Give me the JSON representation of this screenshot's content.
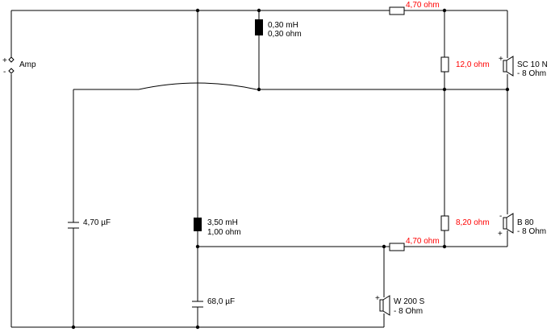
{
  "amp": {
    "plus": "+",
    "minus": "-",
    "label": "Amp"
  },
  "components": {
    "l1": {
      "value": "0,30 mH",
      "resistance": "0,30 ohm"
    },
    "r_top_series": {
      "value": "4,70 ohm"
    },
    "r_tweeter_shunt": {
      "value": "12,0 ohm"
    },
    "l2": {
      "value": "3,50 mH",
      "resistance": "1,00 ohm"
    },
    "c1": {
      "value": "4,70 µF"
    },
    "c2": {
      "value": "68,0 µF"
    },
    "r_mid_series": {
      "value": "4,70 ohm"
    },
    "r_mid_shunt": {
      "value": "8,20 ohm"
    }
  },
  "speakers": {
    "tweeter": {
      "name": "SC 10 N",
      "impedance": "- 8 Ohm",
      "plus": "+",
      "minus": "-"
    },
    "mid": {
      "name": "B 80",
      "impedance": "- 8 Ohm",
      "plus": "+",
      "minus": "-"
    },
    "woofer": {
      "name": "W 200 S",
      "impedance": "- 8 Ohm",
      "plus": "+",
      "minus": "-"
    }
  },
  "colors": {
    "highlight": "#ff0000",
    "line": "#000000"
  }
}
